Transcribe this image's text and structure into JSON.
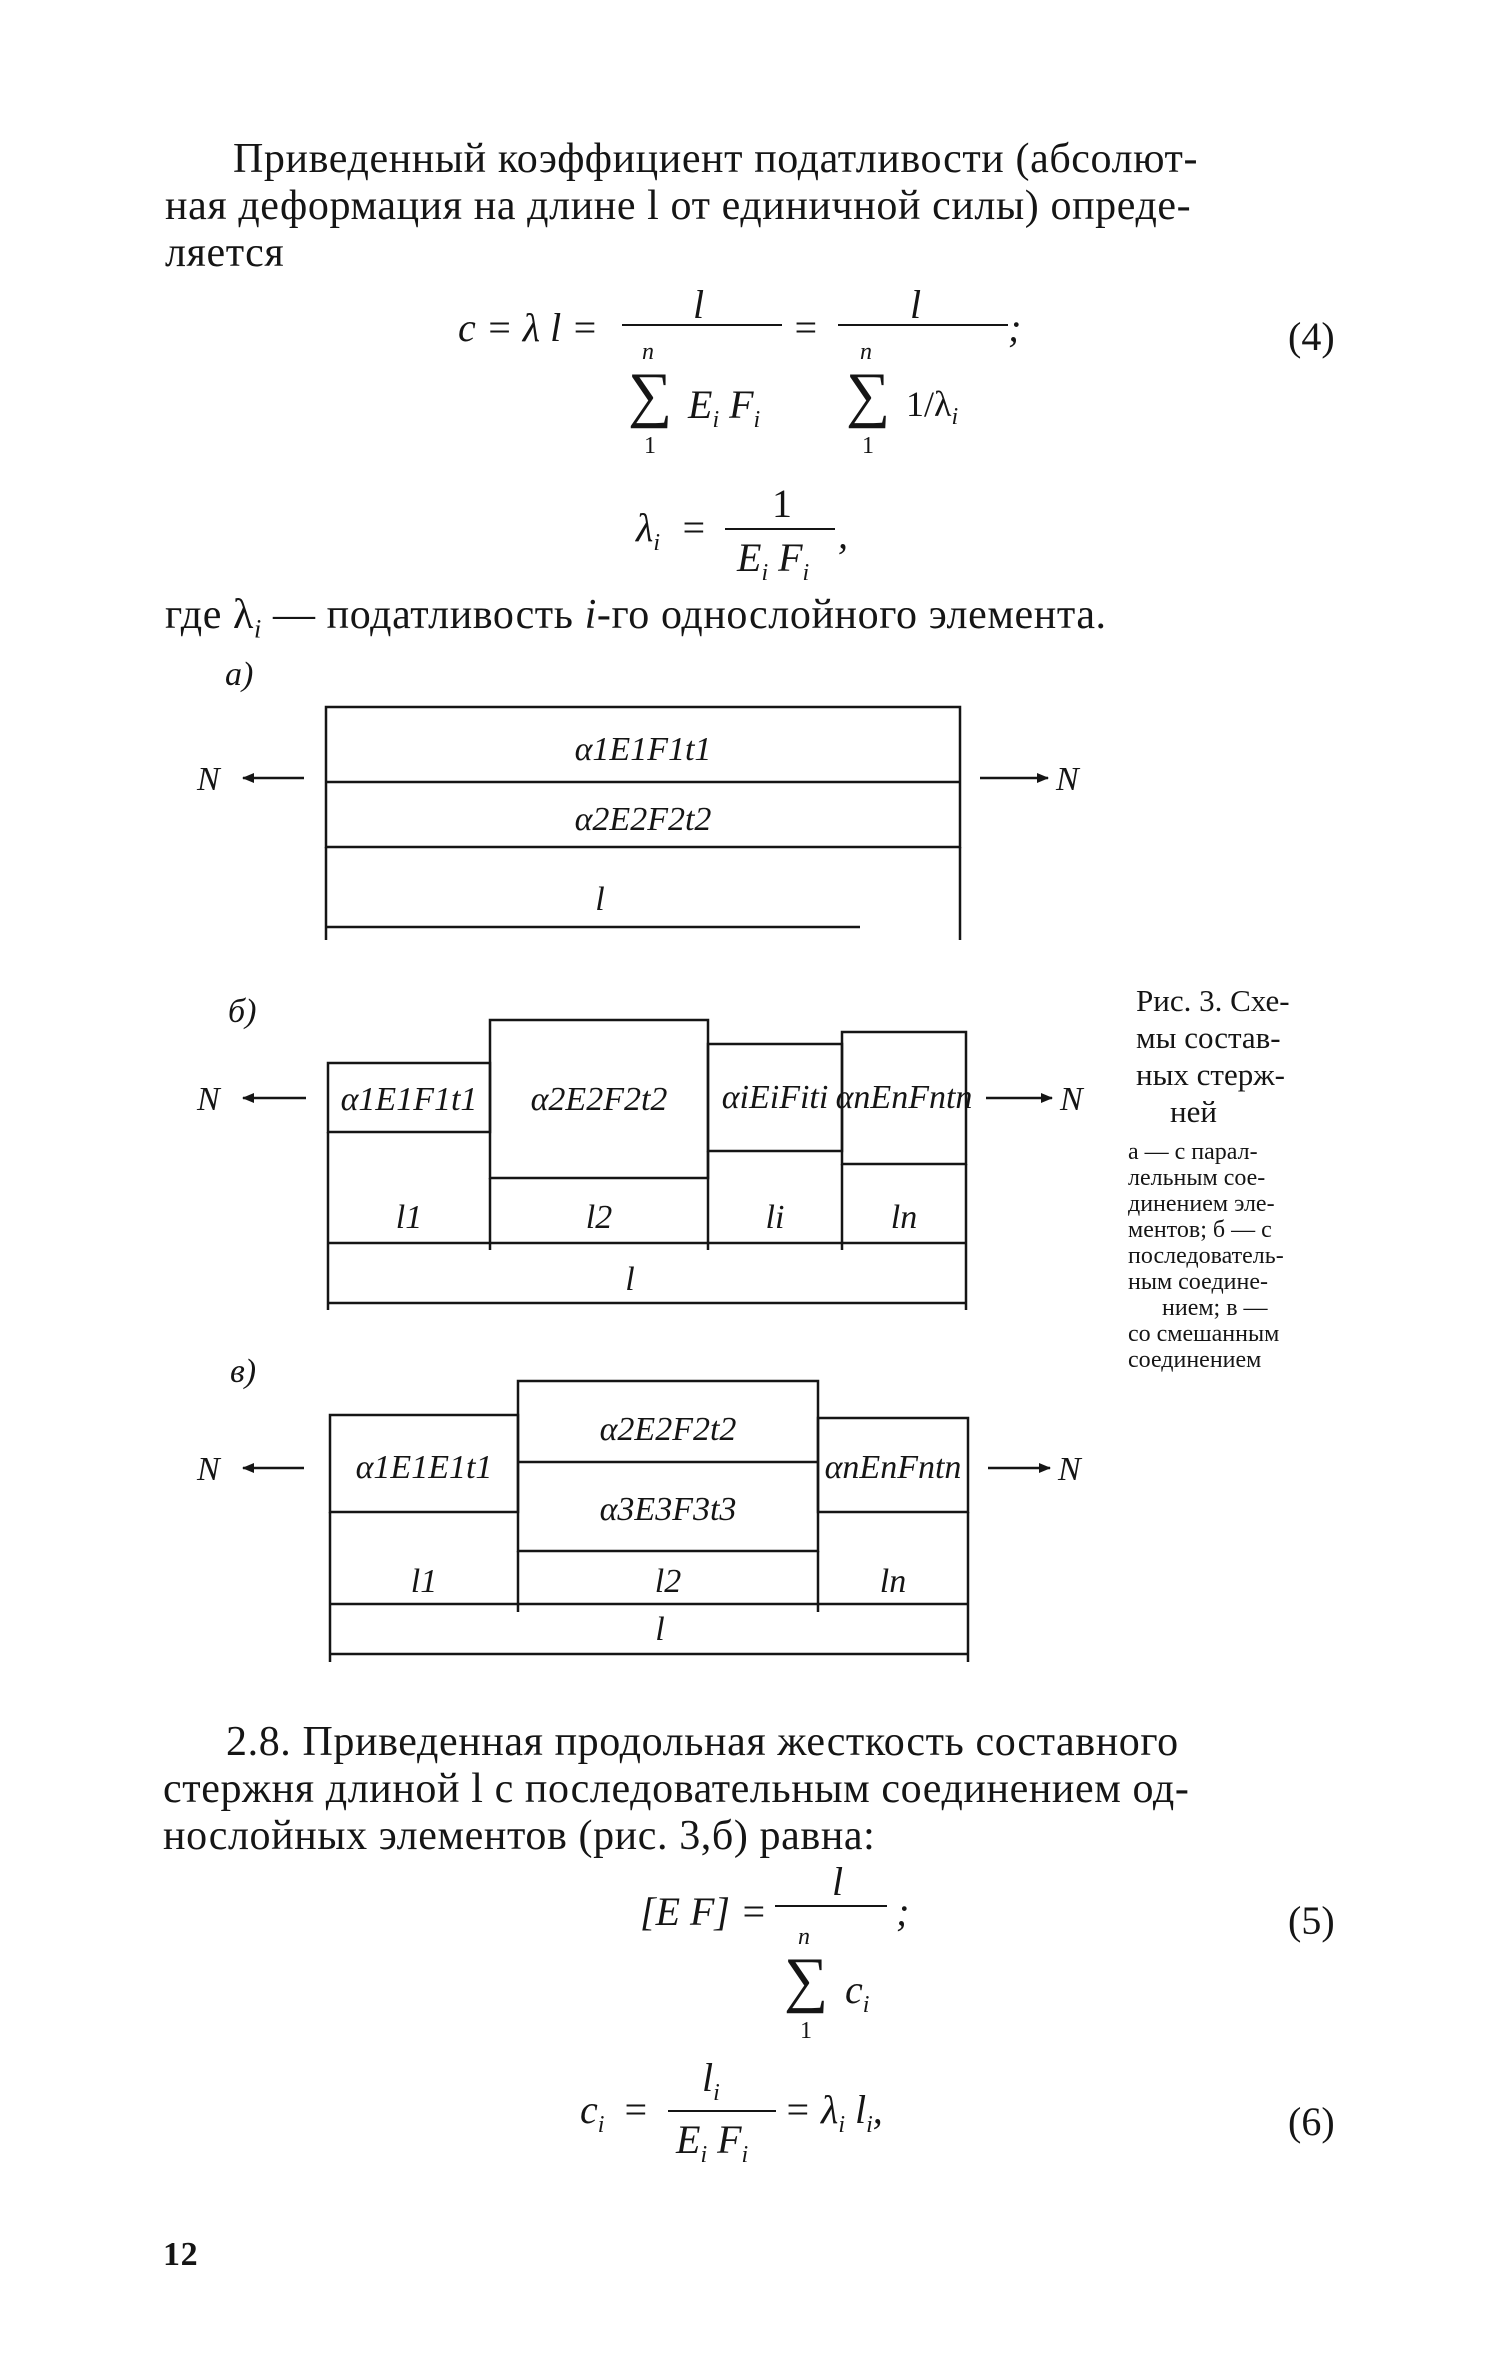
{
  "text": {
    "p1_line1": "Приведенный коэффициент податливости (абсолют-",
    "p1_line2": "ная деформация на длине l от единичной силы) опреде-",
    "p1_line3": "ляется",
    "eq4_lhs": "c = λ l =",
    "eq4_num": "l",
    "eq4_den1": "E",
    "eq4_den1b": "i",
    "eq4_den1c": "F",
    "eq4_den1d": "i",
    "eq4_mid": "=",
    "eq4_num2": "l",
    "eq4_den2": "1/λ",
    "eq4_den2b": "i",
    "eq4_tail": ";",
    "sum_top": "n",
    "sum_bot": "1",
    "eq4_number": "(4)",
    "lam_lhs": "λ",
    "lam_lhs_sub": "i",
    "lam_eq": "=",
    "lam_num": "1",
    "lam_den": "E",
    "lam_den_sub": "i",
    "lam_den2": "F",
    "lam_den2_sub": "i",
    "lam_comma": ",",
    "where_line": "где λ",
    "where_sub": "i",
    "where_rest": " — податливость ",
    "where_i": "i",
    "where_end": "-го однослойного элемента.",
    "caption_l1": "Рис. 3. Схе-",
    "caption_l2": "мы состав-",
    "caption_l3": "ных стерж-",
    "caption_l4": "ней",
    "caption_s1": "а — с парал-",
    "caption_s2": "лельным сое-",
    "caption_s3": "динением эле-",
    "caption_s4": "ментов; б — с",
    "caption_s5": "последователь-",
    "caption_s6": "ным соедине-",
    "caption_s7": "нием; в —",
    "caption_s8": "со смешанным",
    "caption_s9": "соединением",
    "s28_l1": "2.8. Приведенная продольная жесткость составного",
    "s28_l2": "стержня длиной l с последовательным соединением од-",
    "s28_l3": "нослойных элементов (рис. 3,б) равна:",
    "eq5_lhs": "[E F] =",
    "eq5_num": "l",
    "eq5_den": "c",
    "eq5_den_sub": "i",
    "eq5_tail": ";",
    "eq5_number": "(5)",
    "eq6_lhs": "c",
    "eq6_lhs_sub": "i",
    "eq6_eq": "=",
    "eq6_num": "l",
    "eq6_num_sub": "i",
    "eq6_den": "E",
    "eq6_den_sub": "i",
    "eq6_den2": "F",
    "eq6_den2_sub": "i",
    "eq6_rhs": "= λ",
    "eq6_rhs_sub": "i",
    "eq6_rhs2": " l",
    "eq6_rhs2_sub": "i",
    "eq6_comma": ",",
    "eq6_number": "(6)",
    "page_number": "12"
  },
  "figure": {
    "a_label": "а)",
    "b_label": "б)",
    "v_label": "в)",
    "force": "N",
    "a_top": "α1E1F1t1",
    "a_bot": "α2E2F2t2",
    "len_total": "l",
    "b_cells": [
      "α1E1F1t1",
      "α2E2F2t2",
      "αiEiFiti",
      "αnEnFntn"
    ],
    "b_lens": [
      "l1",
      "l2",
      "li",
      "ln"
    ],
    "v_left": "α1E1E1t1",
    "v_mid_top": "α2E2F2t2",
    "v_mid_bot": "α3E3F3t3",
    "v_right": "αnEnFntn",
    "v_lens": [
      "l1",
      "l2",
      "ln"
    ]
  }
}
